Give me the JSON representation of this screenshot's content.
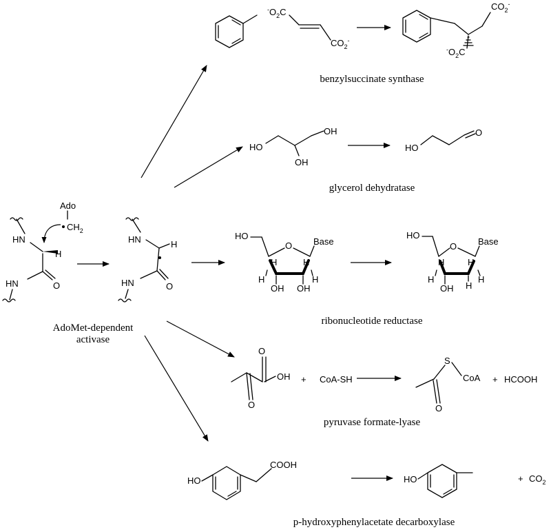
{
  "enzymes": {
    "benzylsuccinate": "benzylsuccinate synthase",
    "glycerol": "glycerol dehydratase",
    "ribonucleotide": "ribonucleotide reductase",
    "pyruvate": "pyruvase formate-lyase",
    "hpa": "p-hydroxyphenylacetate decarboxylase"
  },
  "activase": {
    "line1": "AdoMet-dependent",
    "line2": "activase"
  },
  "atoms": {
    "ado": "Ado",
    "ch": "CH",
    "two": "2",
    "hn": "HN",
    "h": "H",
    "ho": "HO",
    "oh": "OH",
    "o": "O",
    "base": "Base",
    "s": "S",
    "coa": "CoA",
    "coash": "CoA-SH",
    "plus": "+",
    "hcooh": "HCOOH",
    "cooh": "COOH",
    "co": "CO",
    "minus": "-"
  }
}
